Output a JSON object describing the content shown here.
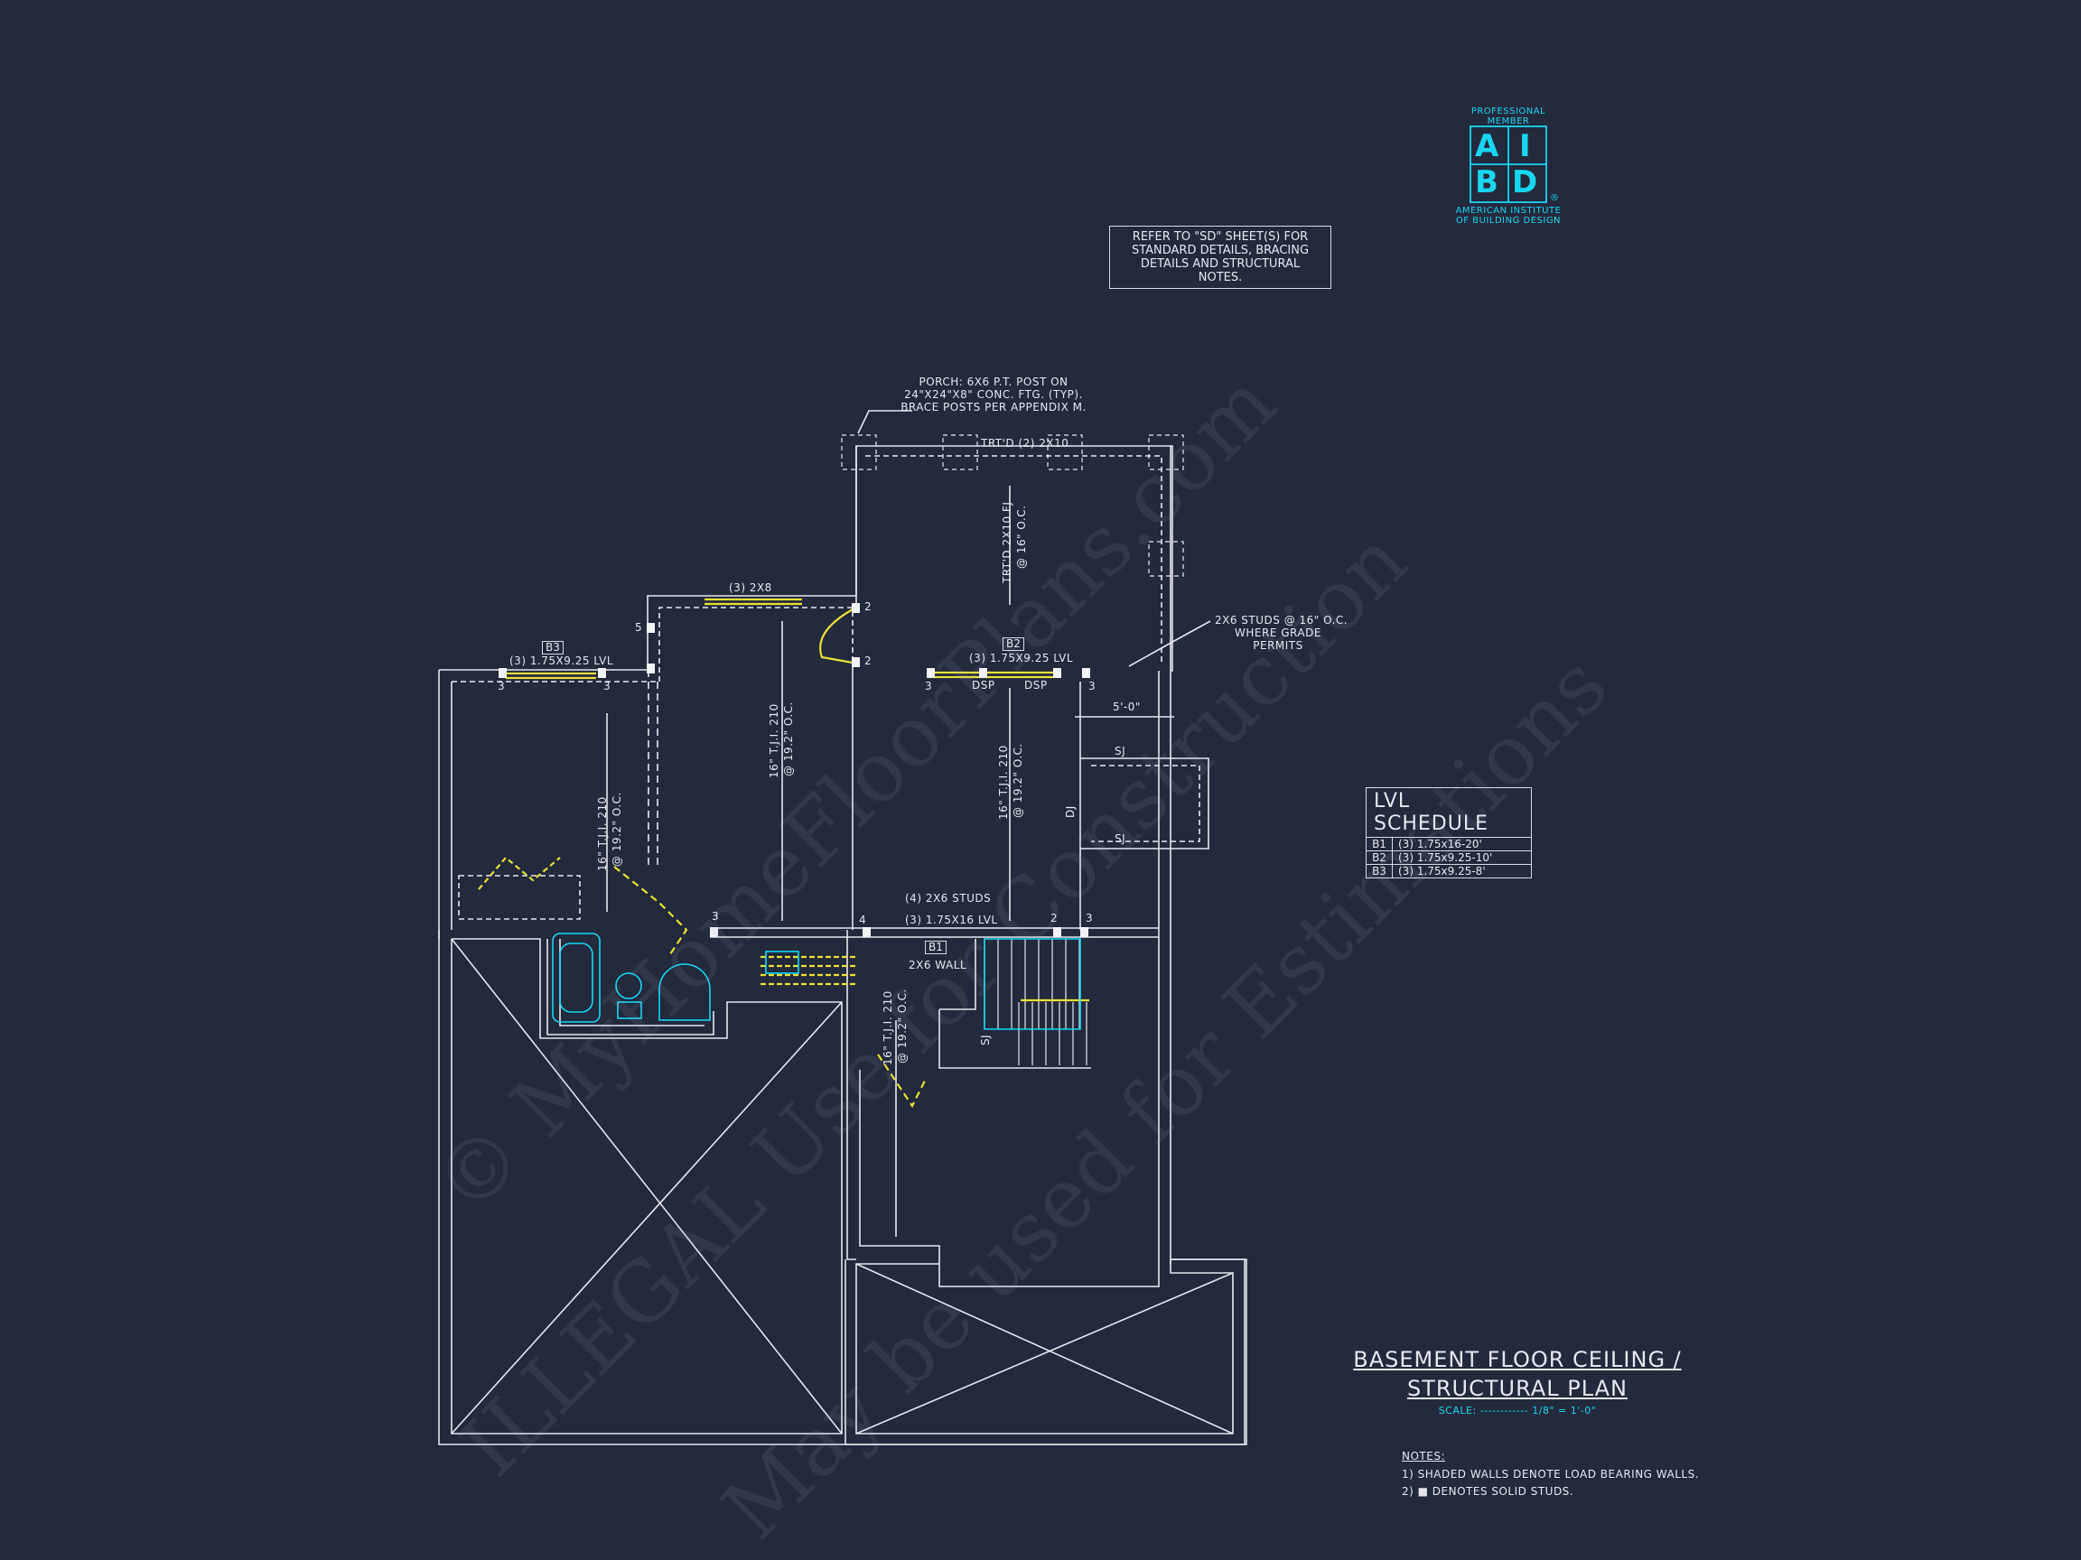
{
  "logo": {
    "top": "PROFESSIONAL MEMBER",
    "letters": [
      "A",
      "I",
      "B",
      "D"
    ],
    "bottom": "AMERICAN INSTITUTE OF BUILDING DESIGN",
    "mark": "®"
  },
  "refer_note": [
    "REFER TO \"SD\" SHEET(S) FOR",
    "STANDARD DETAILS, BRACING",
    "DETAILS AND STRUCTURAL NOTES."
  ],
  "porch_note": [
    "PORCH: 6x6 P.T. POST ON",
    "24\"x24\"x8\" CONC. FTG. (TYP).",
    "BRACE POSTS PER APPENDIX M."
  ],
  "studs_note": [
    "2x6 STUDS @ 16\" O.C.",
    "WHERE GRADE",
    "PERMITS"
  ],
  "labels": {
    "trtd_header": "TRT'D (2) 2x10",
    "trtd_fj": "TRT'D 2x10 FJ",
    "at16": "@ 16\" O.C.",
    "header_2x8": "(3) 2x8",
    "b3_tag": "B3",
    "b3_lvl": "(3) 1.75x9.25 LVL",
    "b2_tag": "B2",
    "b2_lvl": "(3) 1.75x9.25 LVL",
    "b1_tag": "B1",
    "b1_lvl": "(3) 1.75x16 LVL",
    "tji": "16\" T.J.I. 210",
    "at192": "@ 19.2\" O.C.",
    "four_studs": "(4) 2x6 STUDS",
    "wall_2x6": "2x6 WALL",
    "five_ft": "5'-0\"",
    "sj": "SJ",
    "dj": "DJ",
    "dsp": "DSP",
    "n2": "2",
    "n3": "3",
    "n4": "4",
    "n5": "5"
  },
  "lvl_schedule": {
    "title": "LVL SCHEDULE",
    "rows": [
      {
        "id": "B1",
        "spec": "(3) 1.75x16-20'"
      },
      {
        "id": "B2",
        "spec": "(3) 1.75x9.25-10'"
      },
      {
        "id": "B3",
        "spec": "(3) 1.75x9.25-8'"
      }
    ]
  },
  "title_block": {
    "line1": "BASEMENT FLOOR CEILING /",
    "line2": "STRUCTURAL PLAN",
    "scale": "SCALE: ------------ 1/8\" = 1'-0\""
  },
  "notes": {
    "heading": "NOTES:",
    "items": [
      "1) SHADED WALLS DENOTE LOAD BEARING WALLS.",
      "2) ■ DENOTES SOLID STUDS."
    ]
  },
  "watermarks": [
    "© MyHomeFloorPlans.com",
    "ILLEGAL Use for Construction",
    "May be used for Estimations"
  ],
  "colors": {
    "background": "#232a3c",
    "line": "#e6e8ee",
    "accent": "#19d6f0",
    "highlight": "#e8e03a"
  }
}
